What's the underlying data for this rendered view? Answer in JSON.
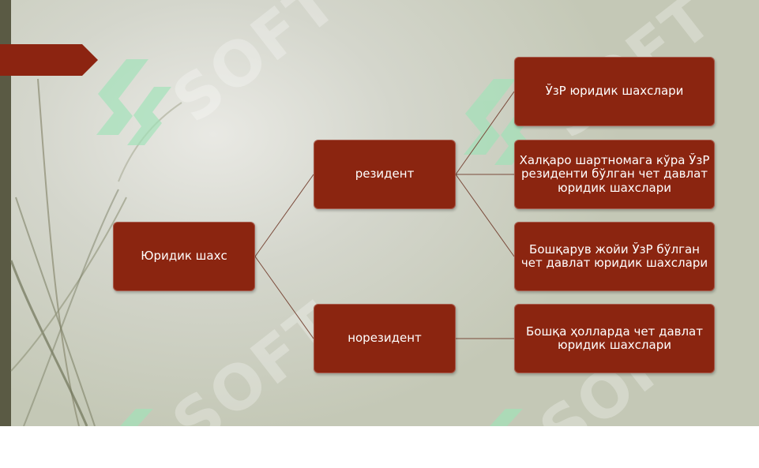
{
  "diagram": {
    "root": {
      "label": "Юридик шахс"
    },
    "level1": [
      {
        "label": "резидент"
      },
      {
        "label": "норезидент"
      }
    ],
    "level2": [
      {
        "label": "ЎзР юридик шахслари"
      },
      {
        "label": "Халқаро шартномага кўра ЎзР резиденти бўлган чет давлат юридик шахслари"
      },
      {
        "label": "Бошқарув жойи ЎзР бўлган чет давлат юридик шахслари"
      },
      {
        "label": "Бошқа ҳолларда чет давлат юридик шахслари"
      }
    ]
  },
  "watermark": {
    "text": "SOFT"
  },
  "colors": {
    "node": "#8b2510",
    "connector": "#7a4a3a",
    "accent_tab": "#8c2411",
    "watermark_logo": "#9fe3b8"
  }
}
